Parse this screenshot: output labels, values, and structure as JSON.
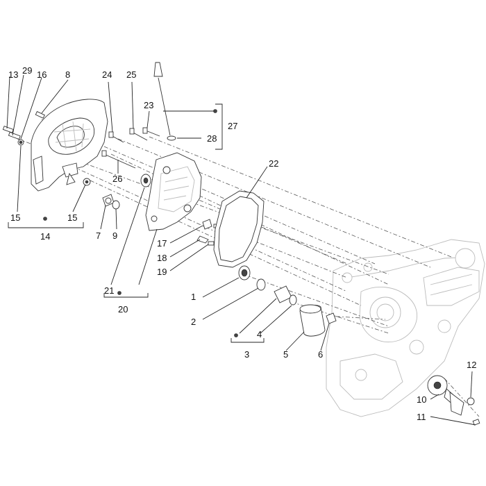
{
  "labels": {
    "l1": "1",
    "l2": "2",
    "l3": "3",
    "l4": "4",
    "l5": "5",
    "l6": "6",
    "l7": "7",
    "l8": "8",
    "l9": "9",
    "l10": "10",
    "l11": "11",
    "l12": "12",
    "l13": "13",
    "l14": "14",
    "l15a": "15",
    "l15b": "15",
    "l16": "16",
    "l17": "17",
    "l18": "18",
    "l19": "19",
    "l20": "20",
    "l21": "21",
    "l22": "22",
    "l23": "23",
    "l24": "24",
    "l25": "25",
    "l26": "26",
    "l27": "27",
    "l28": "28",
    "l29": "29"
  }
}
